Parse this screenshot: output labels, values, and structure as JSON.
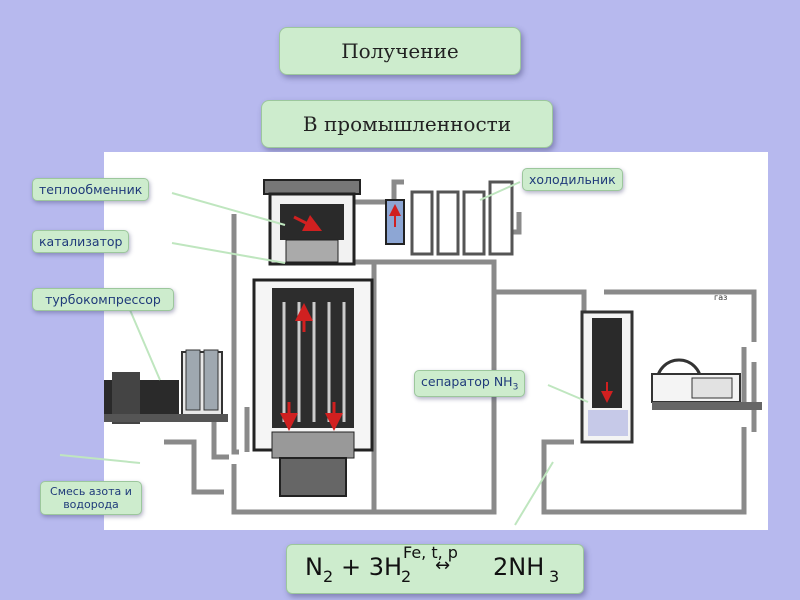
{
  "header": {
    "title": "Получение",
    "subtitle": "В промышленности"
  },
  "labels": {
    "heat_exchanger": "теплообменник",
    "catalyst": "катализатор",
    "turbocompressor": "турбокомпрессор",
    "cooler": "холодильник",
    "separator": "сепаратор NH",
    "separator_sub": "3",
    "mixture": "Смесь азота и водорода",
    "gas": "газ"
  },
  "equation": {
    "left": "N",
    "n2_sub": "2",
    "plus": "+ 3H",
    "h2_sub": "2",
    "conditions": "Fe, t, p",
    "arrow": "↔",
    "right": "2NH",
    "nh3_sub": "3"
  },
  "colors": {
    "background": "#b7b9ee",
    "label_fill": "#cdeccd",
    "label_text": "#1f3a7a",
    "pipe": "#8a8a8a",
    "flow_arrow": "#d02020"
  }
}
